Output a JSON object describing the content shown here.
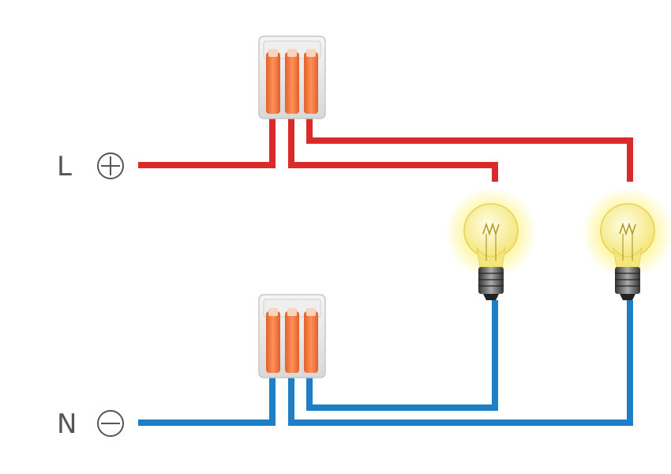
{
  "terminals": {
    "live": {
      "letter": "L",
      "symbol": "plus-icon"
    },
    "neutral": {
      "letter": "N",
      "symbol": "minus-icon"
    }
  },
  "colors": {
    "live_wire": "#d92b2b",
    "neutral_wire": "#1f7fc6",
    "lever": "#f07a3a",
    "housing": "#e3e3e3",
    "symbol_stroke": "#555555",
    "bulb_glow": "#fff59a"
  },
  "components": {
    "connectors": [
      "top-connector",
      "bottom-connector"
    ],
    "bulbs": [
      "bulb-left",
      "bulb-right"
    ]
  }
}
